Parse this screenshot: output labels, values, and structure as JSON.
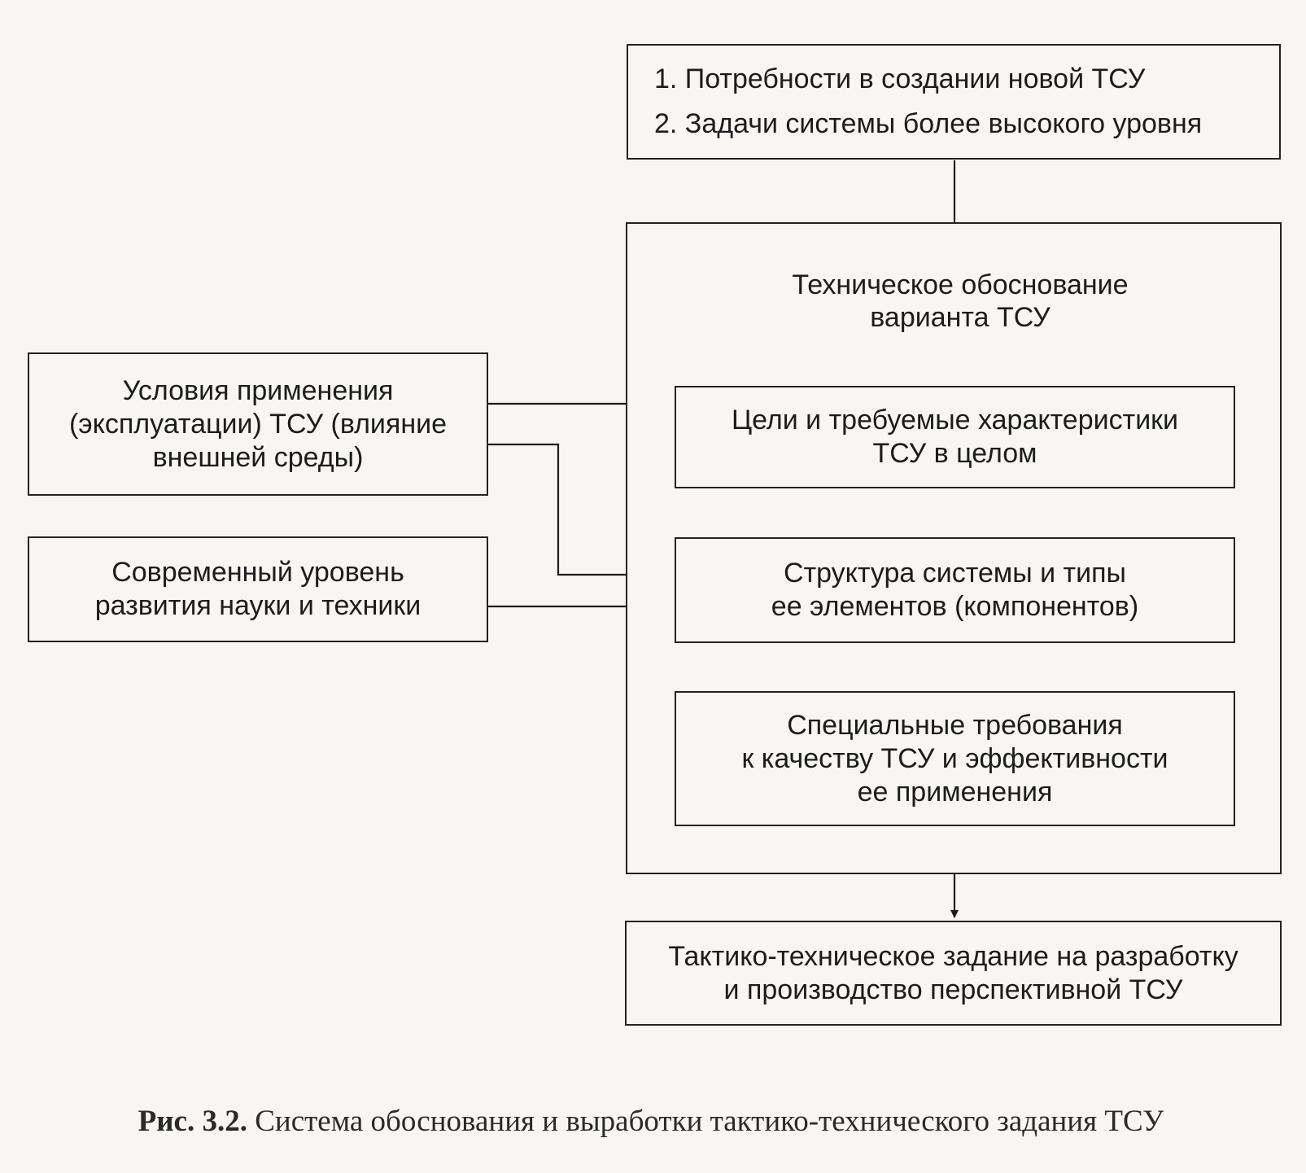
{
  "top_box": {
    "line1": "1. Потребности в создании новой ТСУ",
    "line2": "2. Задачи системы более высокого уровня"
  },
  "technical_justification": {
    "line1": "Техническое обоснование",
    "line2": "варианта ТСУ"
  },
  "goals_box": {
    "line1": "Цели и требуемые характеристики",
    "line2": "ТСУ в целом"
  },
  "structure_box": {
    "line1": "Структура системы и типы",
    "line2": "ее элементов (компонентов)"
  },
  "special_box": {
    "line1": "Специальные требования",
    "line2": "к качеству ТСУ и эффективности",
    "line3": "ее применения"
  },
  "conditions_box": {
    "line1": "Условия применения",
    "line2": "(эксплуатации) ТСУ (влияние",
    "line3": "внешней среды)"
  },
  "science_box": {
    "line1": "Современный уровень",
    "line2": "развития науки и техники"
  },
  "result_box": {
    "line1": "Тактико-техническое задание на разработку",
    "line2": "и производство перспективной ТСУ"
  },
  "caption": {
    "label": "Рис. 3.2.",
    "text": "Система обоснования и выработки тактико-технического задания ТСУ"
  }
}
